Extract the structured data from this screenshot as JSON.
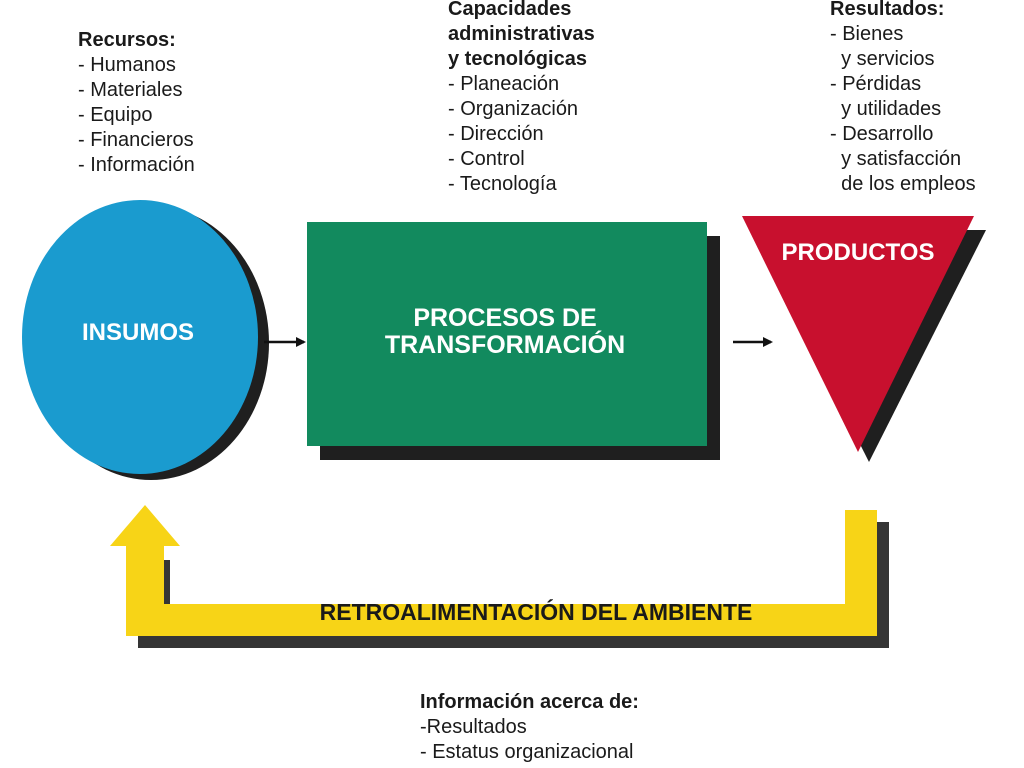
{
  "recursos": {
    "heading": "Recursos:",
    "items": [
      "- Humanos",
      "- Materiales",
      "- Equipo",
      "- Financieros",
      "- Información"
    ]
  },
  "capacidades": {
    "heading_lines": [
      "Capacidades",
      "administrativas",
      "y tecnológicas"
    ],
    "items": [
      "- Planeación",
      "- Organización",
      "- Dirección",
      "- Control",
      "- Tecnología"
    ]
  },
  "resultados": {
    "heading": "Resultados:",
    "items": [
      "- Bienes",
      "  y servicios",
      "- Pérdidas",
      "  y utilidades",
      "- Desarrollo",
      "  y satisfacción",
      "  de los empleos"
    ]
  },
  "shapes": {
    "insumos": "INSUMOS",
    "procesos_line1": "PROCESOS DE",
    "procesos_line2": "TRANSFORMACIÓN",
    "productos": "PRODUCTOS",
    "retroalimentacion": "RETROALIMENTACIÓN DEL AMBIENTE"
  },
  "informacion": {
    "heading": "Información acerca de:",
    "items": [
      "-Resultados",
      "- Estatus organizacional"
    ]
  },
  "colors": {
    "insumos": "#1a9bcf",
    "procesos": "#128a5e",
    "productos": "#c8102e",
    "feedback": "#f7d417",
    "shadow": "#1f1f1f"
  }
}
